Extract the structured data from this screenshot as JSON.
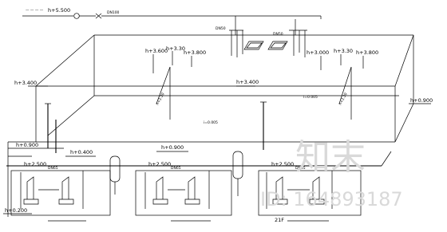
{
  "elevations": {
    "top_inlet": "h+5.500",
    "left_upper": "h+3.400",
    "middle": "h+3.400",
    "right": "h+0.900",
    "left_lower": "h+0.900",
    "pump_a": "h+0.400",
    "pump_b": "h+0.900",
    "left_pump_group": "h+2.500",
    "mid_pump_group": "h+2.500",
    "right_pump_group": "h+2.500",
    "bottom_left": "h+0.200",
    "branch_1": "h+3.600",
    "branch_2": "h+3.30",
    "branch_3": "h+3.800",
    "branch_4": "h+3.000",
    "branch_5": "h+3.30",
    "branch_6": "h+3.800",
    "diag_left": "h+2.30",
    "diag_right": "h+2.30"
  },
  "pipe_sizes": {
    "inlet": "DN100",
    "riser_a": "DN50",
    "riser_b": "DN50",
    "left_group": "DN65",
    "mid_group": "DN65",
    "right_group": "DN65"
  },
  "slope_labels": [
    "i=0.005",
    "i=0.005"
  ],
  "floor_label": "21F",
  "watermark": {
    "brand": "知末",
    "id": "ID: 164893187"
  }
}
